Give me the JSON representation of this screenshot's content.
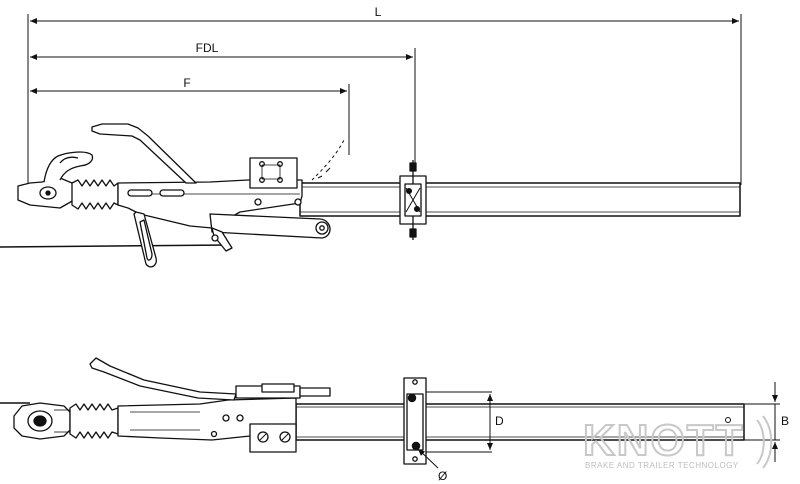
{
  "dimensions": {
    "L": "L",
    "FDL": "FDL",
    "F": "F",
    "D": "D",
    "B": "B",
    "diameter": "Ø"
  },
  "logo": {
    "brand": "KNOTT",
    "tagline": "BRAKE AND TRAILER TECHNOLOGY"
  }
}
